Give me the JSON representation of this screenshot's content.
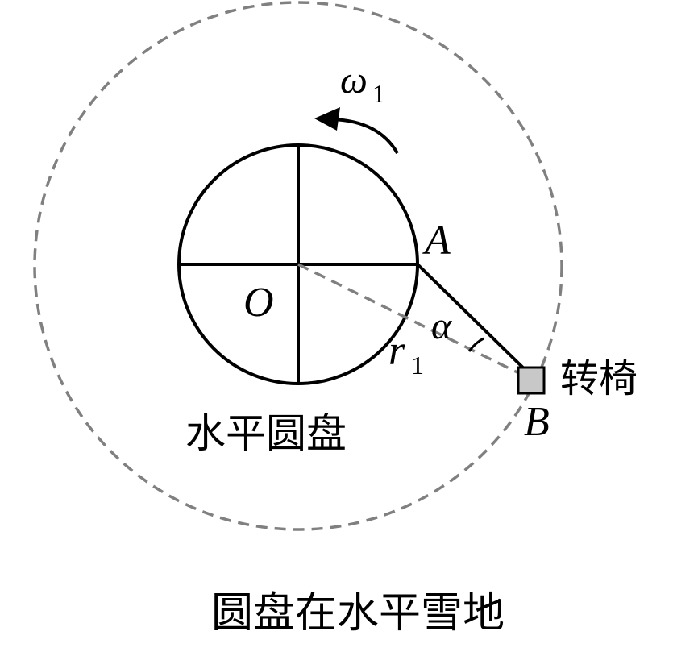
{
  "labels": {
    "omega": "ω",
    "omega_sub": "1",
    "point_a": "A",
    "point_o": "O",
    "angle": "α",
    "radius": "r",
    "radius_sub": "1",
    "point_b": "B",
    "chair": "转椅",
    "disk": "水平圆盘",
    "caption": "圆盘在水平雪地"
  },
  "colors": {
    "solid_line": "#000000",
    "dashed_line": "#808080",
    "chair_fill": "#c8c8c8"
  }
}
